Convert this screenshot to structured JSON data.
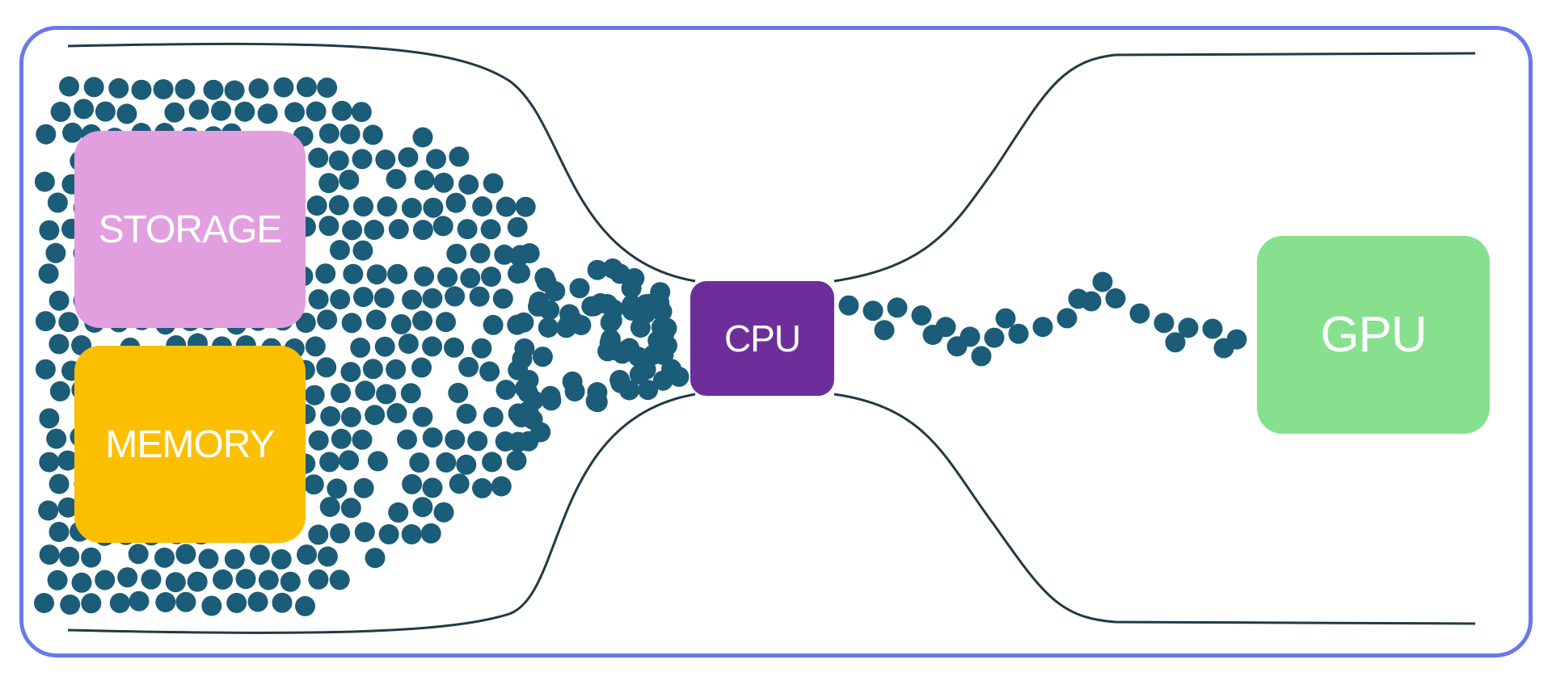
{
  "diagram": {
    "components": {
      "storage": {
        "label": "STORAGE",
        "color": "#e29fdf"
      },
      "memory": {
        "label": "MEMORY",
        "color": "#fdbf02"
      },
      "cpu": {
        "label": "CPU",
        "color": "#6d2e9b"
      },
      "gpu": {
        "label": "GPU",
        "color": "#87e08e"
      }
    },
    "particle_color": "#1b5c78",
    "outline_color": "#213a45",
    "frame_color": "#6b78ea"
  }
}
